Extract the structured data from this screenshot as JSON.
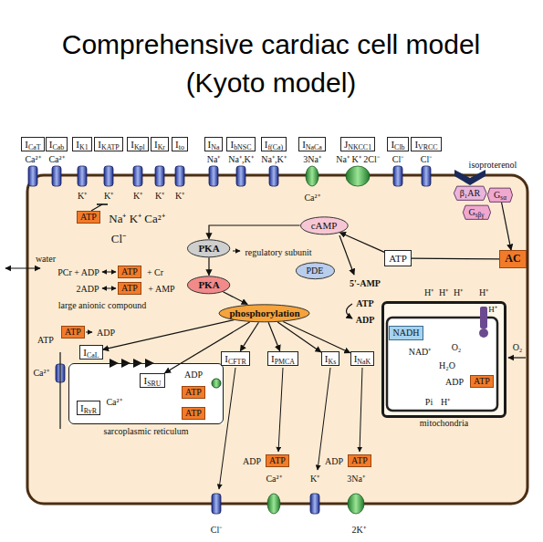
{
  "diagram": {
    "title": "Comprehensive cardiac cell model (Kyoto model)",
    "nodes": [
      {
        "text": [
          "ICaT"
        ]
      },
      {
        "text": [
          "ICab"
        ]
      },
      {
        "text": [
          "IK1"
        ]
      },
      {
        "text": [
          "IKATP"
        ]
      },
      {
        "text": [
          "IKpl"
        ]
      },
      {
        "text": [
          "IKr"
        ]
      },
      {
        "text": [
          "Ito"
        ]
      },
      {
        "text": [
          "INa"
        ]
      },
      {
        "text": [
          "IbNSC"
        ]
      },
      {
        "text": [
          "If(Ca)"
        ]
      },
      {
        "text": [
          "INaCa"
        ]
      },
      {
        "text": [
          "JNKCC1"
        ]
      },
      {
        "text": [
          "IClb"
        ]
      },
      {
        "text": [
          "IVRCC"
        ]
      },
      {
        "text": [
          "β₁AR"
        ]
      },
      {
        "text": [
          "Gsα"
        ]
      },
      {
        "text": [
          "Gsβγ"
        ]
      },
      {
        "text": [
          "ATP"
        ]
      },
      {
        "text": [
          "cAMP"
        ]
      },
      {
        "text": [
          "PKA"
        ]
      },
      {
        "text": [
          "ATP"
        ]
      },
      {
        "text": [
          "AC"
        ]
      },
      {
        "text": [
          "ATP"
        ]
      },
      {
        "text": [
          "PDE"
        ]
      },
      {
        "text": [
          "PKA"
        ]
      },
      {
        "text": [
          "ATP"
        ]
      },
      {
        "text": [
          "phosphorylation"
        ]
      },
      {
        "text": [
          "mitochondria"
        ]
      },
      {
        "text": [
          "NADH"
        ],
        "in": 27
      },
      {
        "text": [
          "ATP"
        ],
        "in": 27
      },
      {
        "text": [
          "ATP"
        ]
      },
      {
        "text": [
          "ICaL"
        ]
      },
      {
        "text": [
          "ICFTR"
        ]
      },
      {
        "text": [
          "IPMCA"
        ]
      },
      {
        "text": [
          "IKs"
        ]
      },
      {
        "text": [
          "INaK"
        ]
      },
      {
        "text": [
          "sarcoplasmic reticulum"
        ]
      },
      {
        "text": [
          "ISRU"
        ],
        "in": 36
      },
      {
        "text": [
          "ATP"
        ],
        "in": 36
      },
      {
        "text": [
          "IRyR"
        ],
        "in": 36
      },
      {
        "text": [
          "ATP"
        ],
        "in": 36
      },
      {
        "text": [
          "ATP"
        ]
      },
      {
        "text": [
          "ATP"
        ]
      }
    ],
    "edges": [
      {
        "from": 18,
        "to": 19,
        "arrow": "to"
      },
      {
        "from": 19,
        "to": 24,
        "arrow": "to"
      },
      {
        "from": 24,
        "to": 26,
        "arrow": "to"
      },
      {
        "from": 20,
        "to": 18,
        "arrow": "to"
      },
      {
        "from": 21,
        "to": 20,
        "arrow": "none"
      },
      {
        "from": 15,
        "to": 21,
        "arrow": "to"
      },
      {
        "from": 26,
        "to": 31,
        "arrow": "to"
      },
      {
        "from": 26,
        "to": 37,
        "arrow": "to"
      },
      {
        "from": 26,
        "to": 32,
        "arrow": "to"
      },
      {
        "from": 26,
        "to": 33,
        "arrow": "to"
      },
      {
        "from": 26,
        "to": 34,
        "arrow": "to"
      },
      {
        "from": 26,
        "to": 35,
        "arrow": "to"
      }
    ],
    "labels": [
      "Ca²⁺",
      "Ca²⁺",
      "Na⁺",
      "Na⁺,K⁺",
      "Na⁺,K⁺",
      "3Na⁺",
      "Na⁺ K⁺ 2Cl⁻",
      "Cl⁻",
      "Cl⁻",
      "isoproterenol",
      "K⁺",
      "K⁺",
      "K⁺",
      "K⁺",
      "K⁺",
      "Ca²⁺",
      "Na⁺ K⁺ Ca²⁺",
      "Cl⁻",
      "regulatory subunit",
      "water",
      "PCr + ADP",
      "+ Cr",
      "5'-AMP",
      "2ADP",
      "+ AMP",
      "H⁺",
      "H⁺",
      "H⁺",
      "H⁺",
      "ATP",
      "large anionic compound",
      "H⁺",
      "ADP",
      "ATP",
      "ADP",
      "NAD⁺",
      "O₂",
      "O₂",
      "H₂O",
      "Ca²⁺",
      "ADP",
      "ADP",
      "Ca²⁺",
      "Pi",
      "H⁺",
      "ADP",
      "ADP",
      "Ca²⁺",
      "K⁺",
      "3Na⁺",
      "Cl⁻",
      "2K⁺"
    ]
  }
}
